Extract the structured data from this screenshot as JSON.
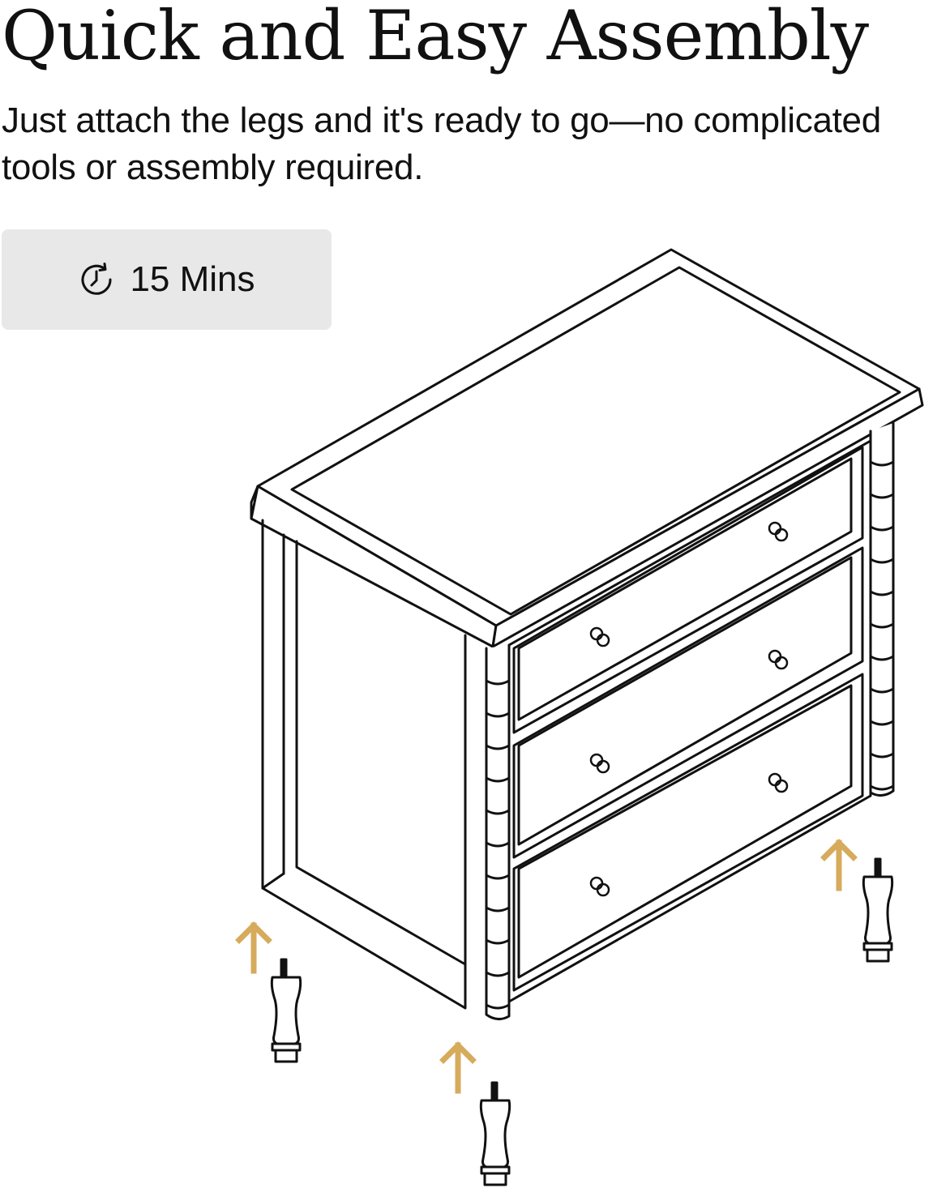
{
  "headline": "Quick and Easy Assembly",
  "subtext": "Just attach the legs and it's ready to go—no complicated tools or assembly required.",
  "time_badge": {
    "icon": "clock-refresh-icon",
    "label": "15 Mins"
  },
  "illustration": {
    "subject": "three-drawer-dresser-line-drawing",
    "arrow_color": "#d6ab5c",
    "line_color": "#111111"
  }
}
